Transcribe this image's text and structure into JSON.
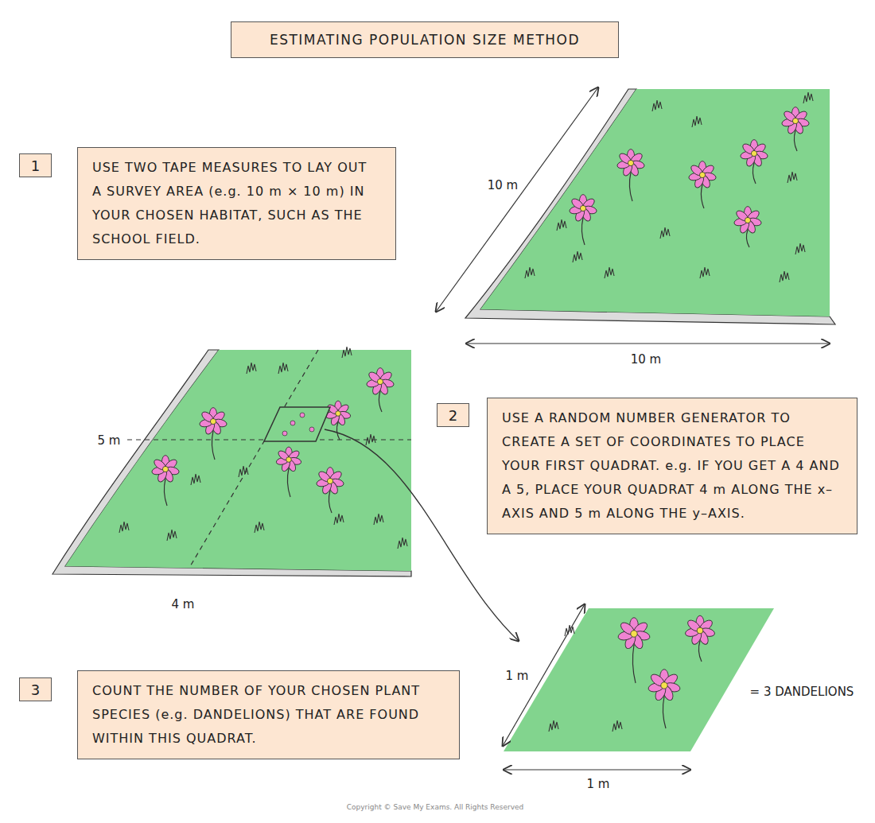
{
  "diagram": {
    "title": "ESTIMATING POPULATION SIZE METHOD",
    "nodes": [
      {
        "text": [
          "1"
        ]
      },
      {
        "text": [
          "USE TWO TAPE MEASURES TO LAY OUT A SURVEY AREA (e.g. 10 m × 10 m) IN YOUR CHOSEN HABITAT, SUCH AS THE SCHOOL FIELD."
        ]
      },
      {
        "text": [
          "2"
        ]
      },
      {
        "text": [
          "USE A RANDOM NUMBER GENERATOR TO CREATE A SET OF COORDINATES TO PLACE YOUR FIRST QUADRAT. e.g. IF YOU GET A 4 AND A 5, PLACE YOUR QUADRAT 4 m ALONG THE x–AXIS AND 5 m ALONG THE y–AXIS."
        ]
      },
      {
        "text": [
          "3"
        ]
      },
      {
        "text": [
          "COUNT THE NUMBER OF YOUR CHOSEN PLANT SPECIES (e.g. DANDELIONS) THAT ARE FOUND WITHIN THIS QUADRAT."
        ]
      }
    ],
    "labels": [
      "10 m",
      "10 m",
      "5 m",
      "4 m",
      "1 m",
      "= 3 DANDELIONS",
      "1 m",
      "Copyright © Save My Exams. All Rights Reserved"
    ]
  }
}
